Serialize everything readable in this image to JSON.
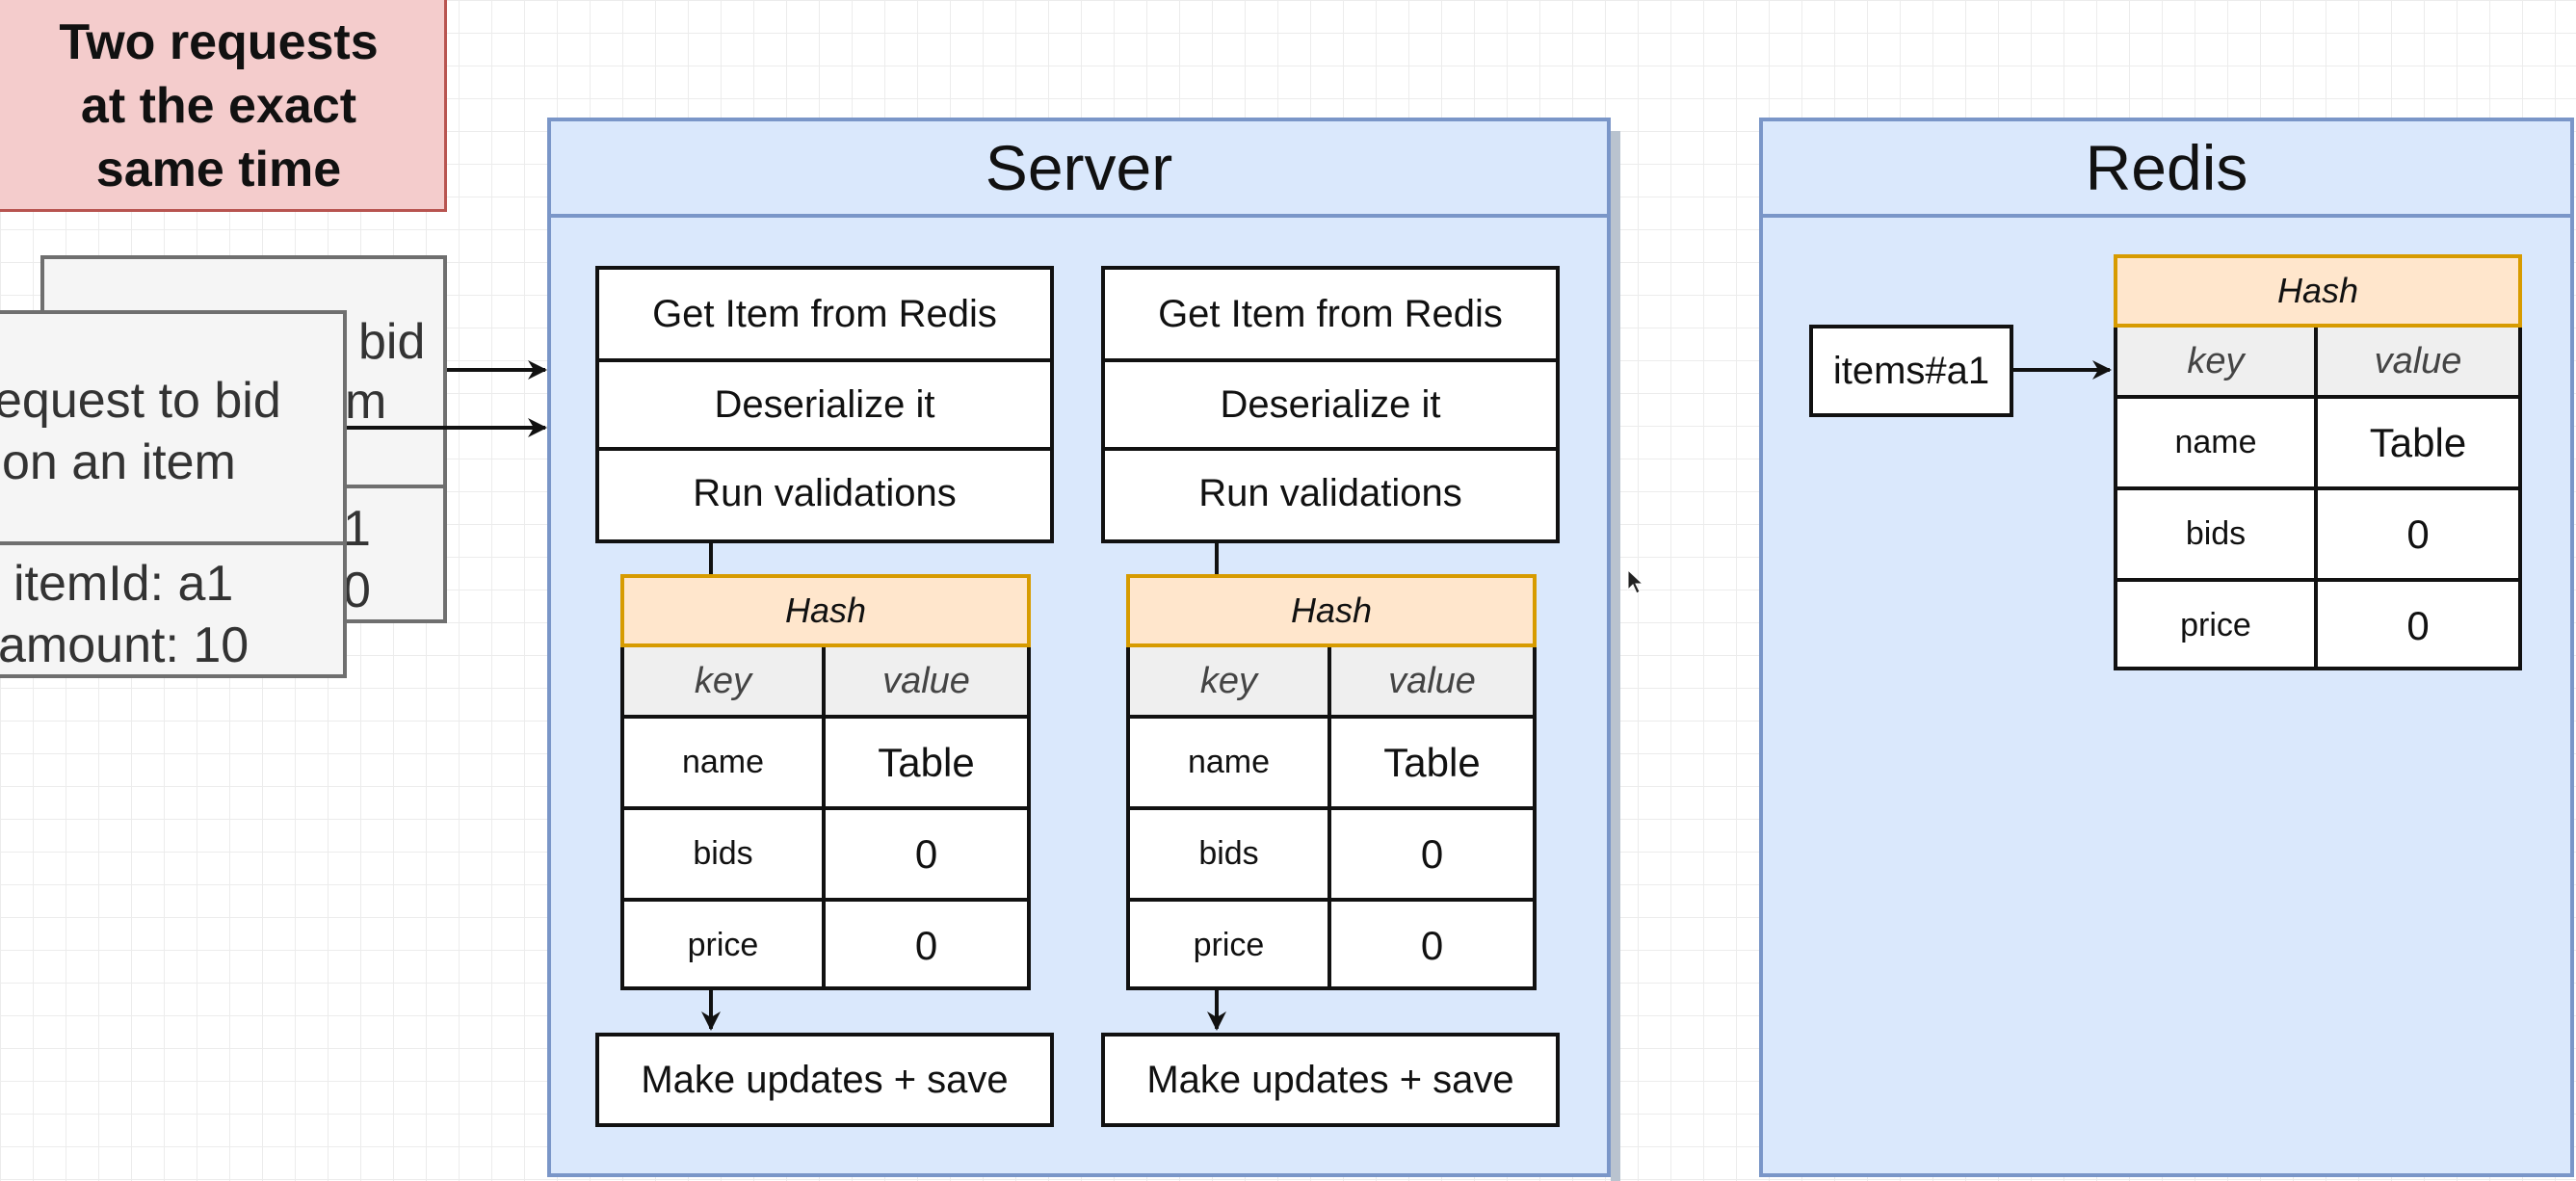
{
  "note": {
    "lines": [
      "Two requests",
      "at the exact",
      "same time"
    ]
  },
  "request_back": {
    "title_lines": [
      "bid",
      "m"
    ],
    "fields": [
      "1",
      "0"
    ]
  },
  "request_front": {
    "title_lines": [
      "equest to bid",
      "on an item"
    ],
    "fields": [
      "itemId: a1",
      "amount: 10"
    ]
  },
  "server": {
    "title": "Server",
    "columns": [
      {
        "steps": [
          "Get Item from Redis",
          "Deserialize it",
          "Run validations"
        ],
        "hash": {
          "title": "Hash",
          "headers": [
            "key",
            "value"
          ],
          "rows": [
            [
              "name",
              "Table"
            ],
            [
              "bids",
              "0"
            ],
            [
              "price",
              "0"
            ]
          ]
        },
        "final": "Make updates + save"
      },
      {
        "steps": [
          "Get Item from Redis",
          "Deserialize it",
          "Run validations"
        ],
        "hash": {
          "title": "Hash",
          "headers": [
            "key",
            "value"
          ],
          "rows": [
            [
              "name",
              "Table"
            ],
            [
              "bids",
              "0"
            ],
            [
              "price",
              "0"
            ]
          ]
        },
        "final": "Make updates + save"
      }
    ]
  },
  "redis": {
    "title": "Redis",
    "key": "items#a1",
    "hash": {
      "title": "Hash",
      "headers": [
        "key",
        "value"
      ],
      "rows": [
        [
          "name",
          "Table"
        ],
        [
          "bids",
          "0"
        ],
        [
          "price",
          "0"
        ]
      ]
    }
  },
  "colors": {
    "note_fill": "#f4cccc",
    "note_stroke": "#b85450",
    "container_fill": "#dae8fc",
    "container_stroke": "#7a96c8",
    "hash_header_fill": "#ffe6cc",
    "hash_header_stroke": "#d79b00",
    "card_fill": "#f5f5f5",
    "card_stroke": "#6f6f6f"
  }
}
